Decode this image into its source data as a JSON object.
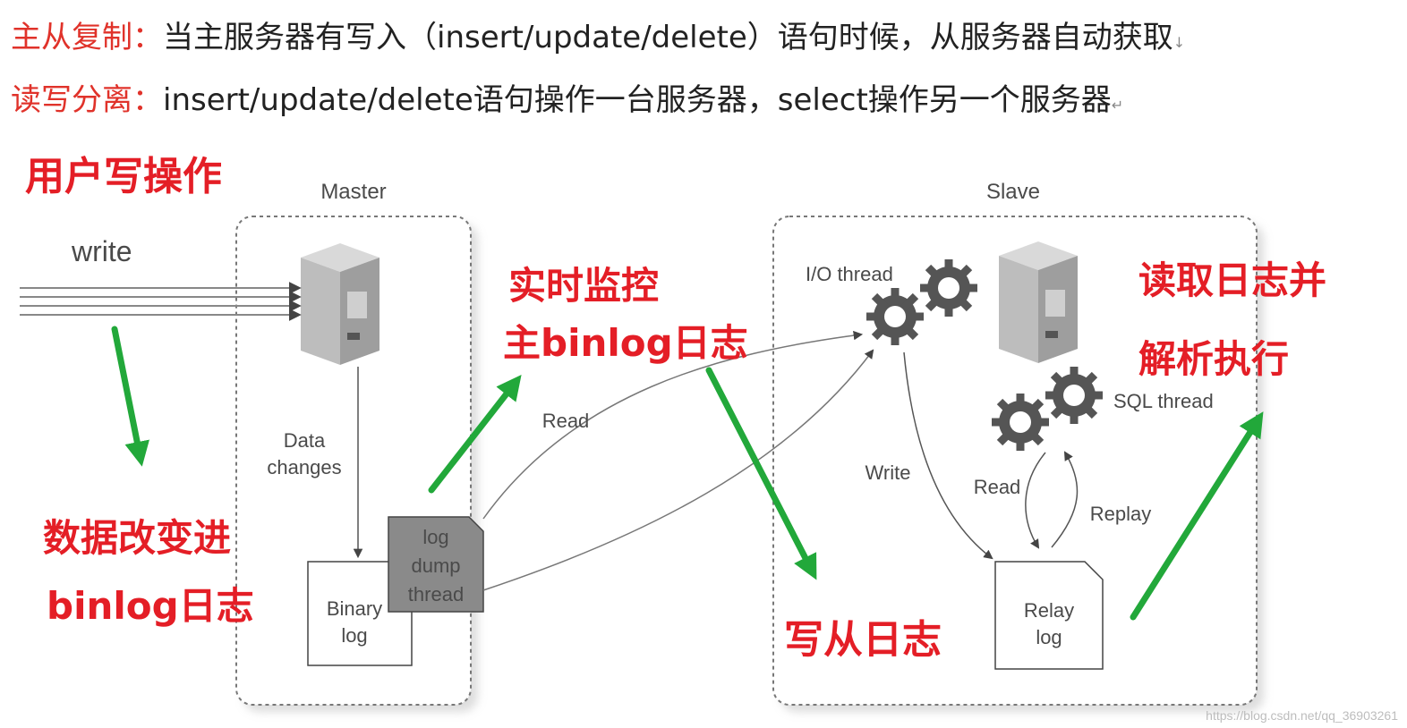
{
  "header": {
    "line1_term": "主从复制",
    "line1_sep": "：",
    "line1_text": "当主服务器有写入（insert/update/delete）语句时候，从服务器自动获取",
    "line1_mark": "↓",
    "line2_term": "读写分离",
    "line2_sep": "：",
    "line2_text": "insert/update/delete语句操作一台服务器，select操作另一个服务器",
    "line2_mark": "↵"
  },
  "diagram": {
    "master_title": "Master",
    "slave_title": "Slave",
    "write_label": "write",
    "data_changes_1": "Data",
    "data_changes_2": "changes",
    "binary_log_1": "Binary",
    "binary_log_2": "log",
    "dump_1": "log",
    "dump_2": "dump",
    "dump_3": "thread",
    "read_left": "Read",
    "io_thread": "I/O thread",
    "sql_thread": "SQL thread",
    "write_slave": "Write",
    "read_slave": "Read",
    "replay": "Replay",
    "relay_log_1": "Relay",
    "relay_log_2": "log"
  },
  "annotations": {
    "user_write": "用户写操作",
    "data_into_1": "数据改变进",
    "data_into_2": "binlog日志",
    "monitor_1": "实时监控",
    "monitor_2": "主binlog日志",
    "write_slave_log": "写从日志",
    "read_exec_1": "读取日志并",
    "read_exec_2": "解析执行"
  },
  "watermark": "https://blog.csdn.net/qq_36903261",
  "colors": {
    "term_red": "#e0322a",
    "annotation_red": "#e41e26",
    "arrow_green": "#22a83a"
  }
}
